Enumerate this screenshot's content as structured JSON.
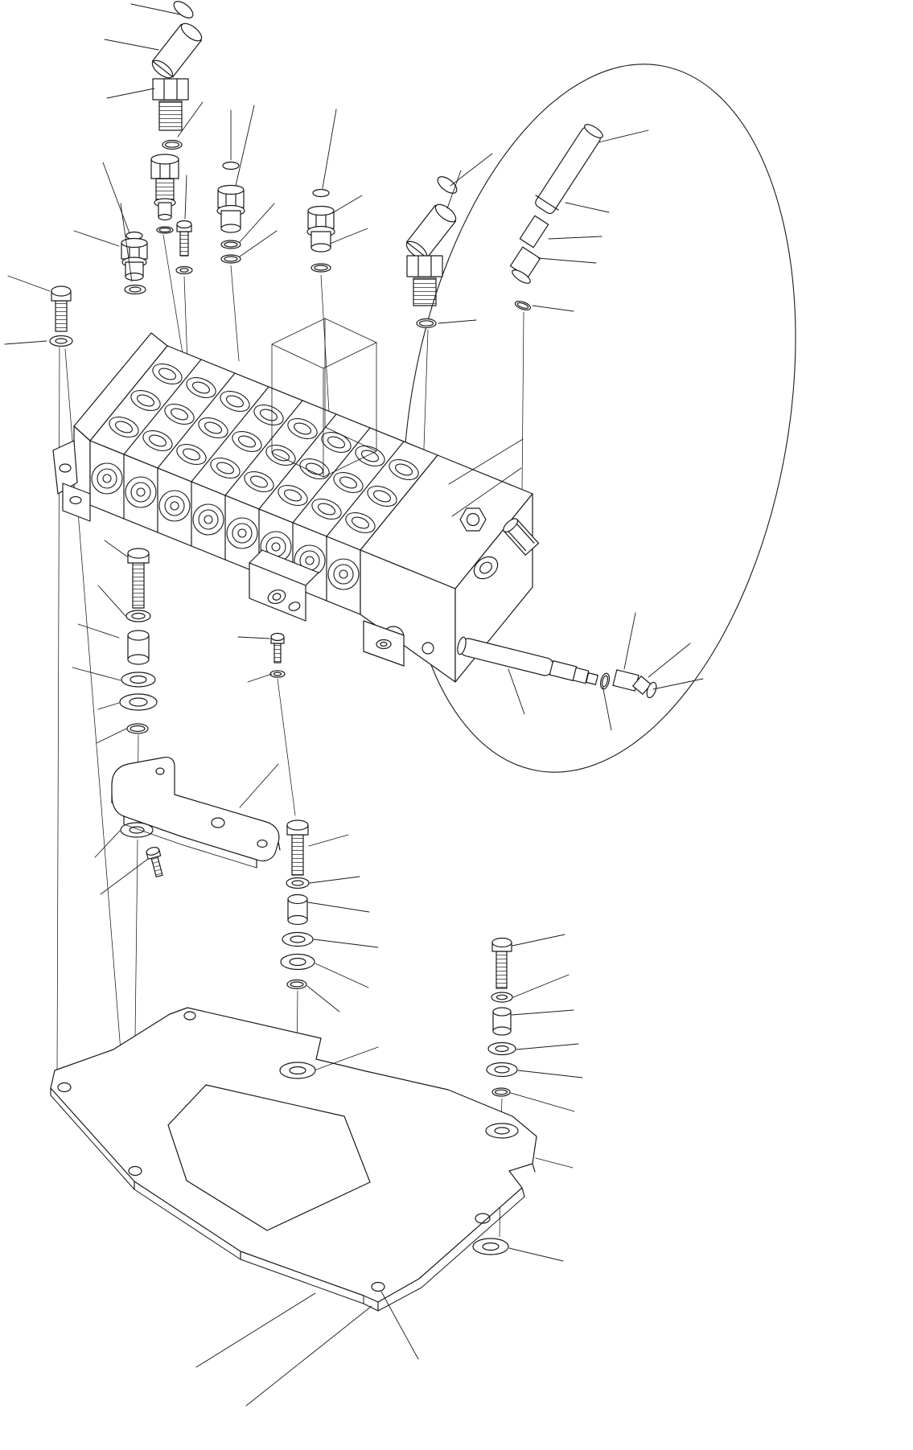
{
  "page": {
    "background": "#ffffff",
    "ink": "#1a1a1a"
  },
  "diagram": {
    "title": "Hydraulic control valve - exploded parts diagram",
    "description": "Exploded isometric line drawing of a multi-spool hydraulic control valve with hoses, elbow and adapter fittings, O-rings, washers, spacers, mounting bolts, a support bracket and a mounting base plate. Leader lines point to each part; no part numbers are printed on the sheet.",
    "figure_type": "exploded-parts-diagram",
    "parts": {
      "plug_cap_upper_left": "Plug cap",
      "elbow_fitting_upper_left": "45-degree elbow fitting",
      "o_ring_upper_left": "O-ring",
      "adapter_upper_left": "Threaded adapter",
      "o_ring_adapter_upper_left": "O-ring",
      "plug_fitting_left": "Plug fitting",
      "washer_fitting_left": "Seal washer",
      "hex_bolt_far_left": "Hex bolt",
      "washer_far_left": "Washer",
      "plug_center": "Plug cap",
      "adapter_center": "Adapter fitting",
      "o_rings_center": "O-ring",
      "screw_center": "Hex screw",
      "washer_screw_center": "Washer",
      "adapter_mid": "Adapter fitting",
      "o_ring_mid": "O-ring",
      "plug_cap_right": "Plug cap",
      "elbow_fitting_right": "45-degree elbow fitting",
      "o_ring_elbow_right": "O-ring",
      "hose_upper_right": "Hose end",
      "connector_upper_right": "Hose connector",
      "o_ring_upper_right": "O-ring",
      "hose_loop": "Hydraulic hose",
      "control_valve": "Multi-spool control valve assembly",
      "mounting_outline": "Mounting space outline",
      "bolt_left": "Hex bolt",
      "washer_left_small": "Washer",
      "spacer_left": "Spacer bushing",
      "washer_left_large_1": "Cushion washer",
      "washer_left_large_2": "Cushion washer",
      "o_ring_left": "O-ring",
      "bracket": "Support bracket",
      "washer_bracket": "Cushion washer",
      "screw_bracket": "Screw",
      "screw_valve": "Screw",
      "washer_valve": "Washer",
      "bolt_center": "Hex bolt",
      "washer_center_small": "Washer",
      "spacer_center": "Spacer bushing",
      "washer_center_large_1": "Cushion washer",
      "washer_center_large_2": "Cushion washer",
      "o_ring_center": "O-ring",
      "bolt_right": "Hex bolt",
      "washer_right_small": "Washer",
      "spacer_right": "Spacer bushing",
      "washer_right_large_1": "Cushion washer",
      "washer_right_large_2": "Cushion washer",
      "o_ring_right": "O-ring",
      "base_plate": "Mounting base plate",
      "washer_plate_center": "Cushion washer",
      "washer_plate_right": "Cushion washer",
      "washer_plate_bottom": "Cushion washer",
      "hose_lower": "Hose assembly",
      "o_ring_lower": "O-ring",
      "connector_lower": "Connector fitting"
    }
  }
}
